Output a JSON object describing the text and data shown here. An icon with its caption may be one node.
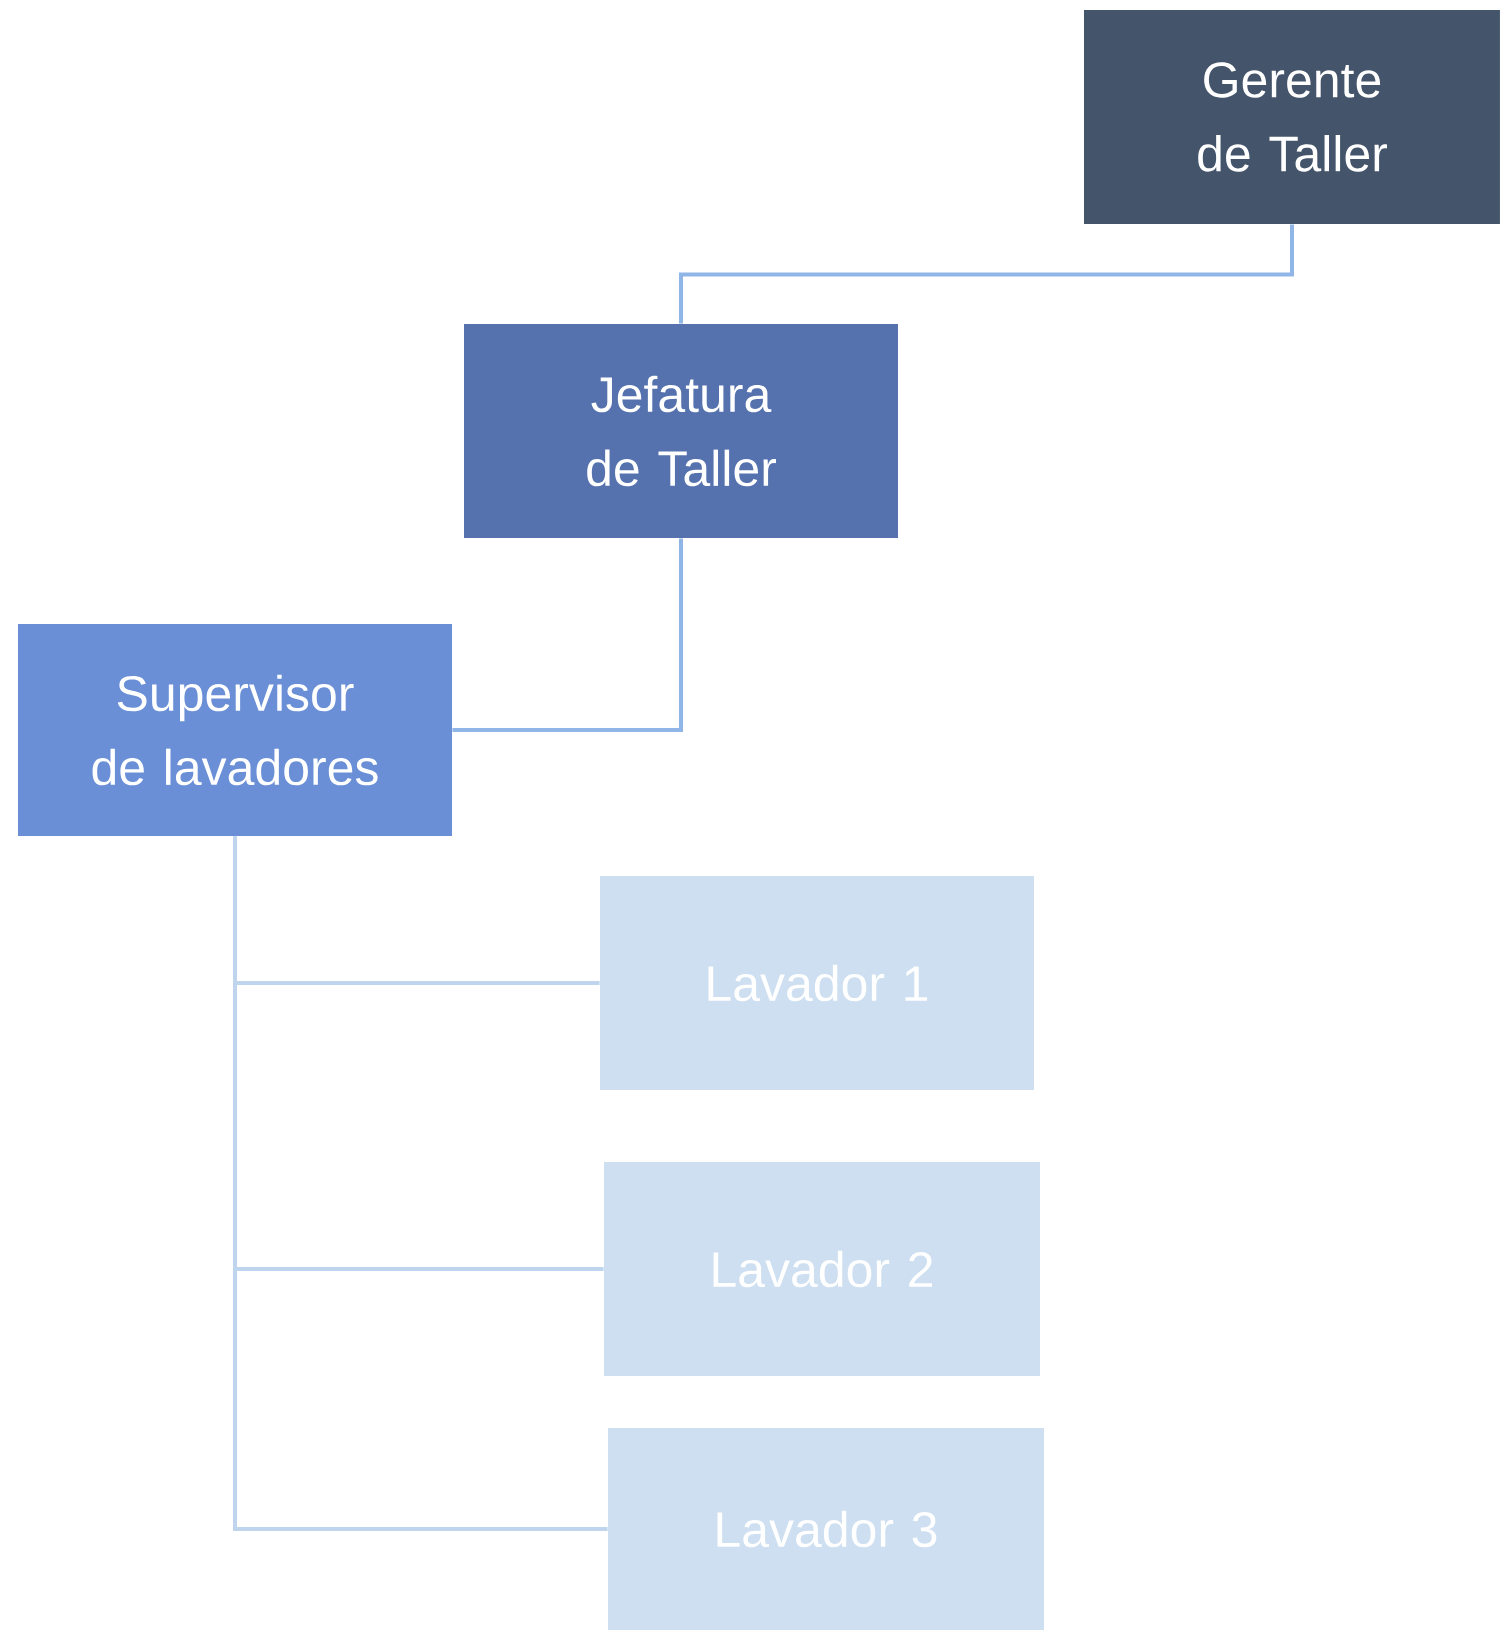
{
  "diagram": {
    "nodes": [
      {
        "text": [
          "Gerente de Taller"
        ]
      },
      {
        "text": [
          "Jefatura de Taller"
        ]
      },
      {
        "text": [
          "Supervisor de lavadores"
        ]
      },
      {
        "text": [
          "Lavador 1"
        ]
      },
      {
        "text": [
          "Lavador 2"
        ]
      },
      {
        "text": [
          "Lavador 3"
        ]
      }
    ],
    "edges": [
      {
        "from": 0,
        "to": 1,
        "arrow": "none"
      },
      {
        "from": 1,
        "to": 2,
        "arrow": "none"
      },
      {
        "from": 2,
        "to": 3,
        "arrow": "none"
      },
      {
        "from": 2,
        "to": 4,
        "arrow": "none"
      },
      {
        "from": 2,
        "to": 5,
        "arrow": "none"
      }
    ]
  }
}
